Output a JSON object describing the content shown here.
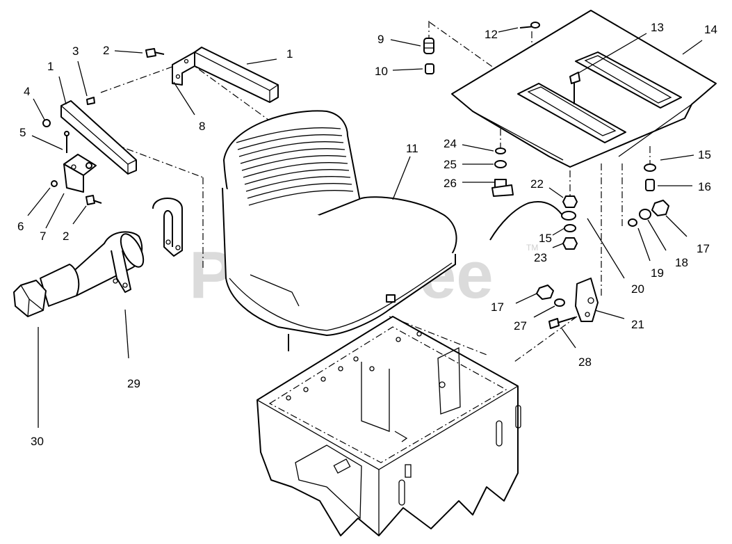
{
  "watermark": {
    "text": "PartsTree",
    "trademark": "TM"
  },
  "callouts": [
    {
      "id": "c1a",
      "label": "1"
    },
    {
      "id": "c1b",
      "label": "1"
    },
    {
      "id": "c2a",
      "label": "2"
    },
    {
      "id": "c2b",
      "label": "2"
    },
    {
      "id": "c3",
      "label": "3"
    },
    {
      "id": "c4",
      "label": "4"
    },
    {
      "id": "c5",
      "label": "5"
    },
    {
      "id": "c6",
      "label": "6"
    },
    {
      "id": "c7",
      "label": "7"
    },
    {
      "id": "c8",
      "label": "8"
    },
    {
      "id": "c9",
      "label": "9"
    },
    {
      "id": "c10",
      "label": "10"
    },
    {
      "id": "c11",
      "label": "11"
    },
    {
      "id": "c12",
      "label": "12"
    },
    {
      "id": "c13",
      "label": "13"
    },
    {
      "id": "c14",
      "label": "14"
    },
    {
      "id": "c15a",
      "label": "15"
    },
    {
      "id": "c15b",
      "label": "15"
    },
    {
      "id": "c16",
      "label": "16"
    },
    {
      "id": "c17a",
      "label": "17"
    },
    {
      "id": "c17b",
      "label": "17"
    },
    {
      "id": "c18",
      "label": "18"
    },
    {
      "id": "c19",
      "label": "19"
    },
    {
      "id": "c20",
      "label": "20"
    },
    {
      "id": "c21",
      "label": "21"
    },
    {
      "id": "c22",
      "label": "22"
    },
    {
      "id": "c23",
      "label": "23"
    },
    {
      "id": "c24",
      "label": "24"
    },
    {
      "id": "c25",
      "label": "25"
    },
    {
      "id": "c26",
      "label": "26"
    },
    {
      "id": "c27",
      "label": "27"
    },
    {
      "id": "c28",
      "label": "28"
    },
    {
      "id": "c29",
      "label": "29"
    },
    {
      "id": "c30",
      "label": "30"
    }
  ]
}
